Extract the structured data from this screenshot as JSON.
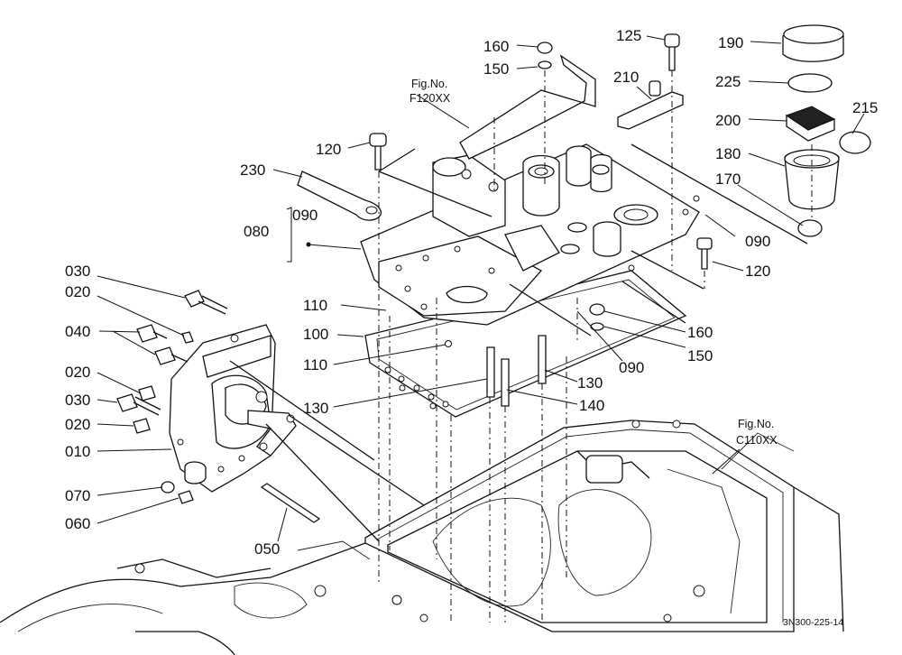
{
  "callouts": {
    "c160a": "160",
    "c150a": "150",
    "c125": "125",
    "c190": "190",
    "c210": "210",
    "c225": "225",
    "c200": "200",
    "c215": "215",
    "c180": "180",
    "c170": "170",
    "c120a": "120",
    "c230": "230",
    "c090a": "090",
    "c080": "080",
    "c090b": "090",
    "c120b": "120",
    "c030a": "030",
    "c020a": "020",
    "c110a": "110",
    "c040": "040",
    "c100": "100",
    "c160b": "160",
    "c150b": "150",
    "c110b": "110",
    "c090c": "090",
    "c020b": "020",
    "c130a": "130",
    "c030b": "030",
    "c130b": "130",
    "c140": "140",
    "c020c": "020",
    "c010": "010",
    "c070": "070",
    "c060": "060",
    "c050": "050"
  },
  "references": {
    "f120_line1": "Fig.No.",
    "f120_line2": "F120XX",
    "c110_line1": "Fig.No.",
    "c110_line2": "C110XX"
  },
  "drawing_code": "3N300-225-14"
}
